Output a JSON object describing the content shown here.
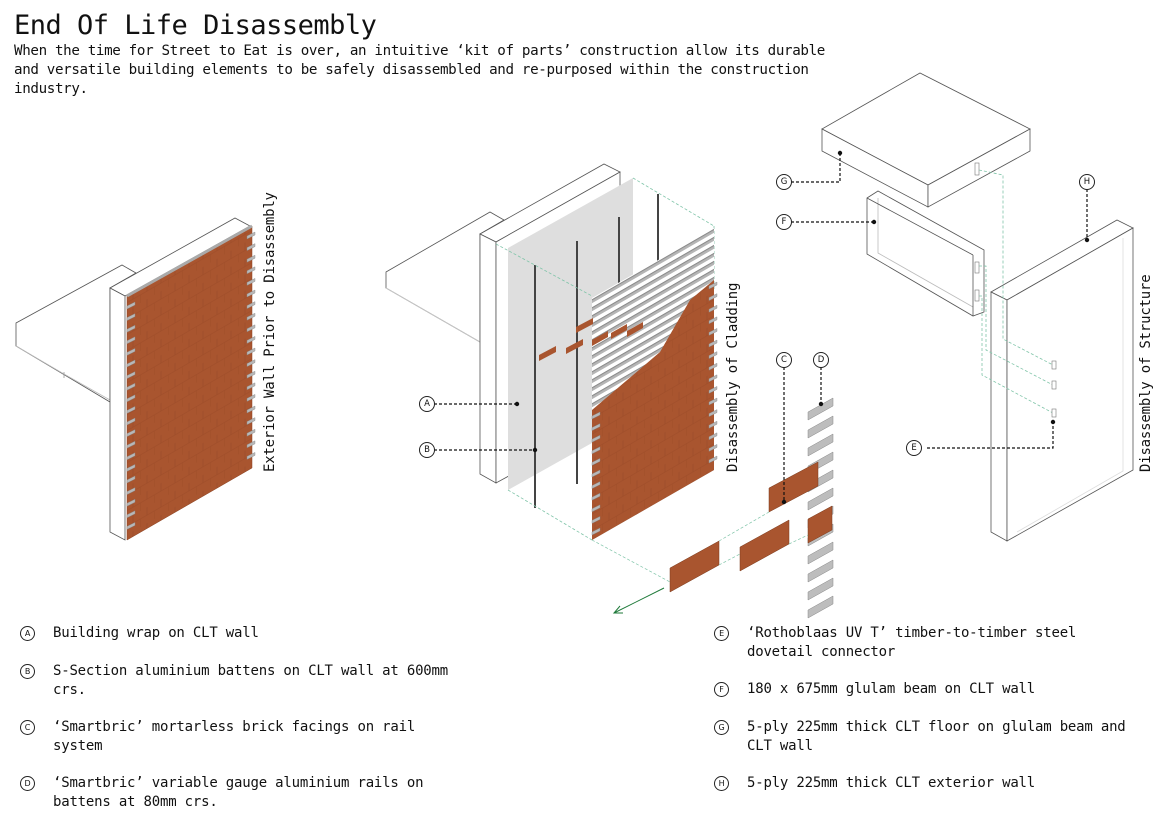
{
  "header": {
    "title": "End Of Life Disassembly",
    "intro": "When the time for Street to Eat is over, an intuitive ‘kit of parts’ construction allow its durable and versatile building elements to be safely disassembled and re-purposed within the construction industry."
  },
  "views": {
    "existing": "Exterior Wall Prior to Disassembly",
    "cladding": "Disassembly of Cladding",
    "structure": "Disassembly of Structure"
  },
  "callouts": {
    "a": "A",
    "b": "B",
    "c": "C",
    "d": "D",
    "e": "E",
    "f": "F",
    "g": "G",
    "h": "H"
  },
  "legend": [
    {
      "key": "A",
      "text": "Building wrap on CLT wall"
    },
    {
      "key": "B",
      "text": "S-Section aluminium battens on CLT wall at 600mm crs."
    },
    {
      "key": "C",
      "text": "‘Smartbric’ mortarless brick facings on rail system"
    },
    {
      "key": "D",
      "text": "‘Smartbric’ variable gauge aluminium rails on battens at 80mm crs."
    },
    {
      "key": "E",
      "text": "‘Rothoblaas UV T’ timber-to-timber steel dovetail connector"
    },
    {
      "key": "F",
      "text": "180 x 675mm glulam beam on CLT wall"
    },
    {
      "key": "G",
      "text": "5-ply 225mm thick CLT floor on glulam beam and CLT wall"
    },
    {
      "key": "H",
      "text": "5-ply 225mm thick CLT exterior wall"
    }
  ],
  "colors": {
    "brick": "#a9552f",
    "rail": "#b8b8b8",
    "wrap": "#dedede",
    "line": "#444444",
    "projection": "#7fc4a8",
    "arrow": "#1f7a3a"
  }
}
